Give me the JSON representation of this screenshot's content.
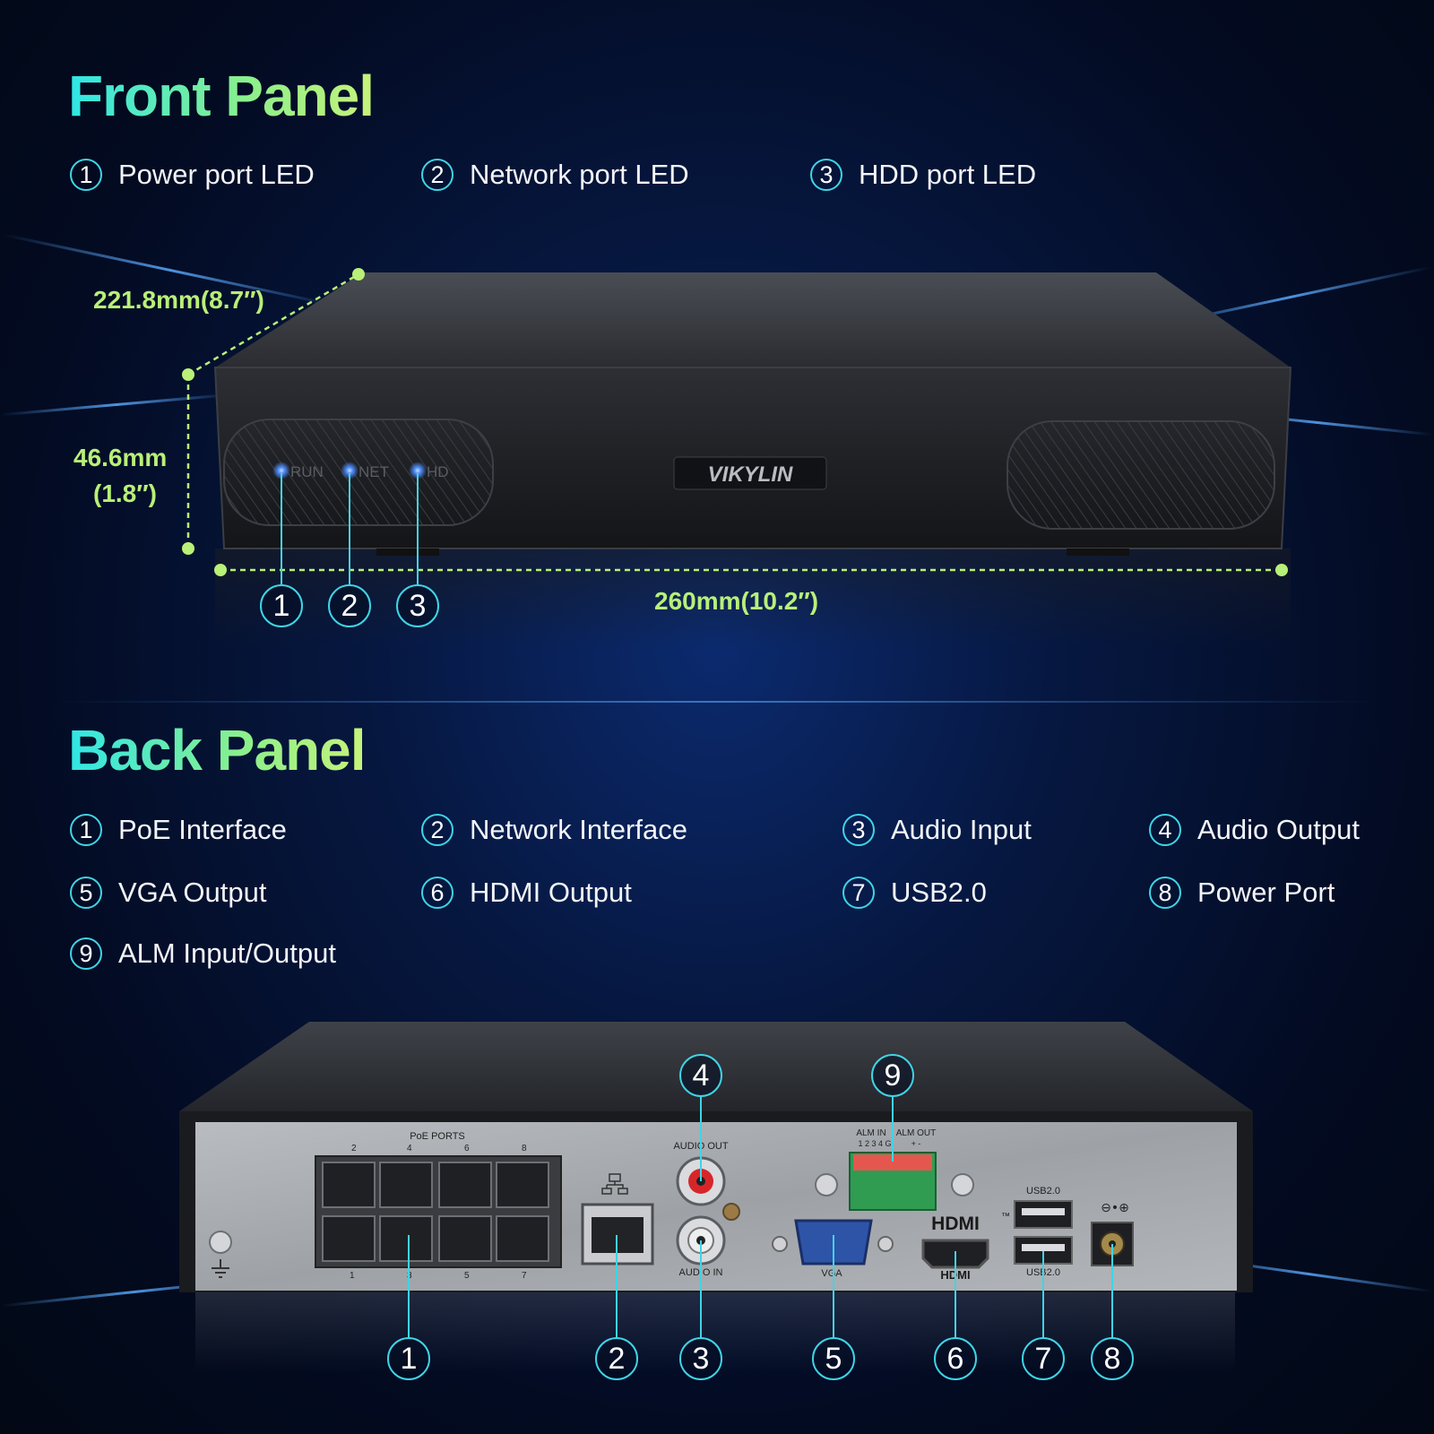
{
  "front_panel": {
    "title": "Front Panel",
    "legend": [
      {
        "num": "1",
        "label": "Power port LED"
      },
      {
        "num": "2",
        "label": "Network port LED"
      },
      {
        "num": "3",
        "label": "HDD port LED"
      }
    ],
    "dimensions": {
      "depth": "221.8mm(8.7″)",
      "height_mm": "46.6mm",
      "height_in": "(1.8″)",
      "width": "260mm(10.2″)"
    },
    "led_labels": [
      "RUN",
      "NET",
      "HD"
    ],
    "brand": "VIKYLIN",
    "callouts": [
      "1",
      "2",
      "3"
    ]
  },
  "back_panel": {
    "title": "Back Panel",
    "legend": [
      {
        "num": "1",
        "label": "PoE Interface"
      },
      {
        "num": "2",
        "label": "Network Interface"
      },
      {
        "num": "3",
        "label": "Audio Input"
      },
      {
        "num": "4",
        "label": "Audio Output"
      },
      {
        "num": "5",
        "label": "VGA Output"
      },
      {
        "num": "6",
        "label": "HDMI Output"
      },
      {
        "num": "7",
        "label": "USB2.0"
      },
      {
        "num": "8",
        "label": "Power Port"
      },
      {
        "num": "9",
        "label": "ALM Input/Output"
      }
    ],
    "port_labels": {
      "poe": "PoE PORTS",
      "poe_top": [
        "2",
        "4",
        "6",
        "8"
      ],
      "poe_bottom": [
        "1",
        "3",
        "5",
        "7"
      ],
      "audio_out": "AUDIO OUT",
      "audio_in": "AUDIO IN",
      "vga": "VGA",
      "hdmi_logo": "HDMI",
      "hdmi_tm": "™",
      "usb_top": "USB2.0",
      "usb_bottom": "USB2.0",
      "alm_in": "ALM IN",
      "alm_out": "ALM OUT",
      "alm_in_pins": "1 2 3 4 G",
      "alm_out_pins": "+ -",
      "power_symbol": "⊖•⊕"
    },
    "callouts_bottom": [
      "1",
      "2",
      "3",
      "5",
      "6",
      "7",
      "8"
    ],
    "callouts_top": [
      "4",
      "9"
    ]
  },
  "colors": {
    "accent_cyan": "#3fd4e6",
    "dimension_green": "#b8f078",
    "title_gradient_start": "#2fe6e6",
    "title_gradient_end": "#c8f27a",
    "led_blue": "#4d8dff"
  }
}
